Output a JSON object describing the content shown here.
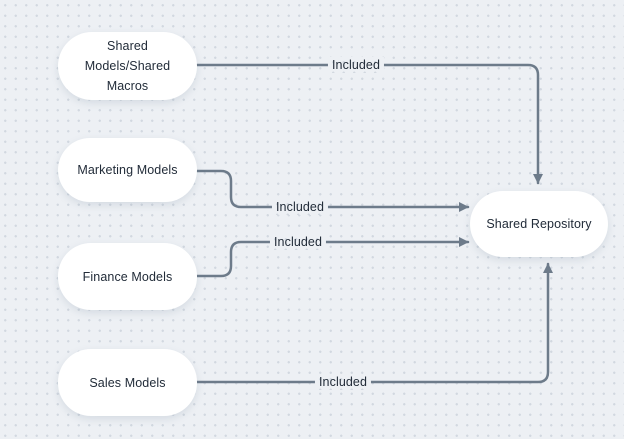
{
  "diagram": {
    "title": "",
    "nodes": [
      {
        "id": "shared-models-shared-macros",
        "label": "Shared Models/Shared Macros"
      },
      {
        "id": "marketing-models",
        "label": "Marketing Models"
      },
      {
        "id": "finance-models",
        "label": "Finance Models"
      },
      {
        "id": "sales-models",
        "label": "Sales Models"
      },
      {
        "id": "shared-repository",
        "label": "Shared Repository"
      }
    ],
    "edges": [
      {
        "from": "shared-models-shared-macros",
        "to": "shared-repository",
        "label": "Included"
      },
      {
        "from": "marketing-models",
        "to": "shared-repository",
        "label": "Included"
      },
      {
        "from": "finance-models",
        "to": "shared-repository",
        "label": "Included"
      },
      {
        "from": "sales-models",
        "to": "shared-repository",
        "label": "Included"
      }
    ],
    "colors": {
      "canvas_background": "#edf0f4",
      "grid_dot": "#d2d8e0",
      "node_fill": "#ffffff",
      "arrow": "#6d7b8a",
      "text": "#222c39"
    }
  }
}
